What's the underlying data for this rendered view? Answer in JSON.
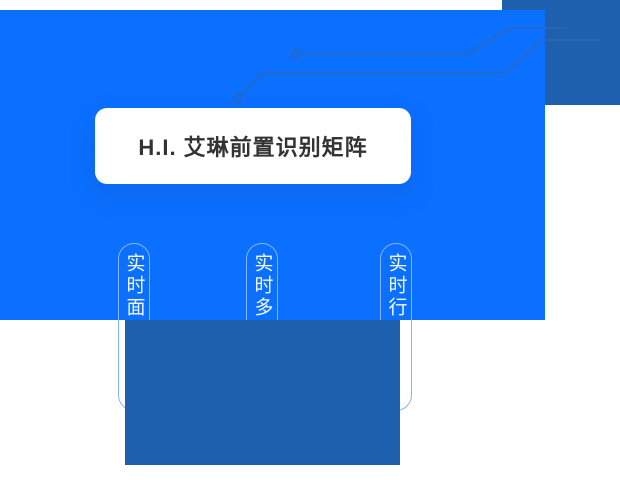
{
  "hero": {
    "title_card": {
      "title": "H.I. 艾琳前置识别矩阵"
    },
    "pills": [
      {
        "label": "实时面"
      },
      {
        "label": "实时多"
      },
      {
        "label": "实时行"
      }
    ]
  },
  "colors": {
    "primary_blue": "#0b6fff",
    "dark_blue": "#1f60ae",
    "circuit_line": "#2f67b3",
    "pill_border": "#84b5f8",
    "title_text": "#333333",
    "pill_text": "#f4f9ff"
  },
  "icons": [
    {
      "name": "circuit-node-icon",
      "glyph": "○"
    }
  ]
}
